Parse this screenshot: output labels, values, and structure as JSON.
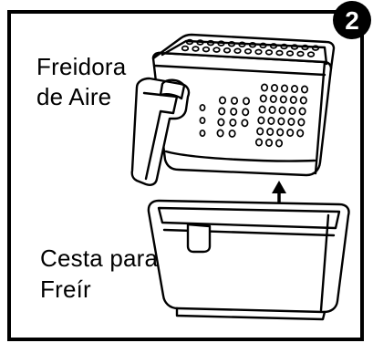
{
  "step": {
    "number": "2"
  },
  "labels": {
    "basket_line1": "Freidora",
    "basket_line2": "de Aire",
    "pan_line1": "Cesta para",
    "pan_line2": "Freír"
  },
  "colors": {
    "ink": "#000000",
    "paper": "#ffffff"
  },
  "icons": {
    "direction_arrow": "arrow-up-icon"
  }
}
